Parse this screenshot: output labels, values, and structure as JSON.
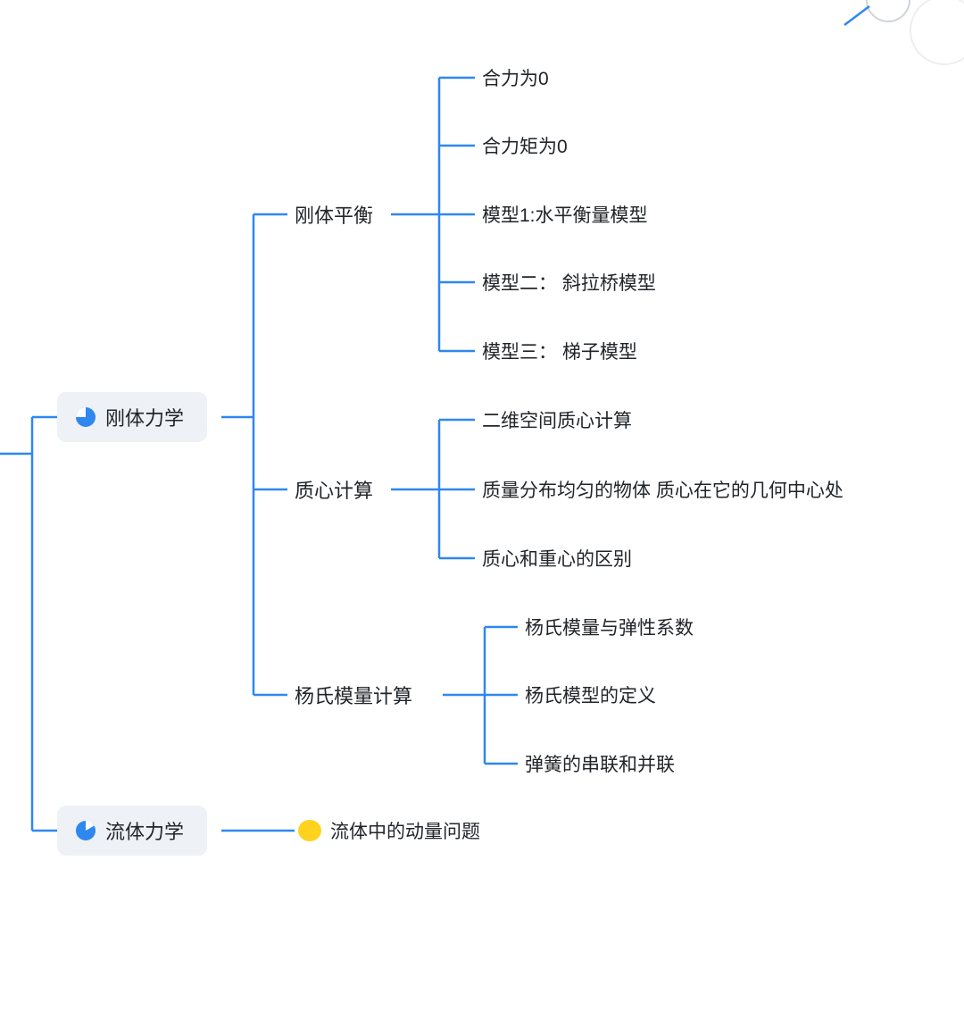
{
  "canvas": {
    "background_color": "#ffffff",
    "line_color": "#2F87F0",
    "node_fill_color": "#eef1f5",
    "text_color": "#212529",
    "accent_yellow": "#ffd21e",
    "accent_blue": "#2F87F0"
  },
  "mindmap": {
    "branches": [
      {
        "label": "刚体力学",
        "icon": "pie-chart-icon",
        "children": [
          {
            "label": "刚体平衡",
            "children": [
              {
                "label": "合力为0"
              },
              {
                "label": "合力矩为0"
              },
              {
                "label": "模型1:水平衡量模型"
              },
              {
                "label": "模型二： 斜拉桥模型"
              },
              {
                "label": "模型三： 梯子模型"
              }
            ]
          },
          {
            "label": "质心计算",
            "children": [
              {
                "label": "二维空间质心计算"
              },
              {
                "label": "质量分布均匀的物体 质心在它的几何中心处"
              },
              {
                "label": "质心和重心的区别"
              }
            ]
          },
          {
            "label": "杨氏模量计算",
            "children": [
              {
                "label": "杨氏模量与弹性系数"
              },
              {
                "label": "杨氏模型的定义"
              },
              {
                "label": "弹簧的串联和并联"
              }
            ]
          }
        ]
      },
      {
        "label": "流体力学",
        "icon": "pie-chart-icon",
        "children": [
          {
            "label": "流体中的动量问题",
            "icon": "yellow-dot-icon"
          }
        ]
      }
    ]
  }
}
